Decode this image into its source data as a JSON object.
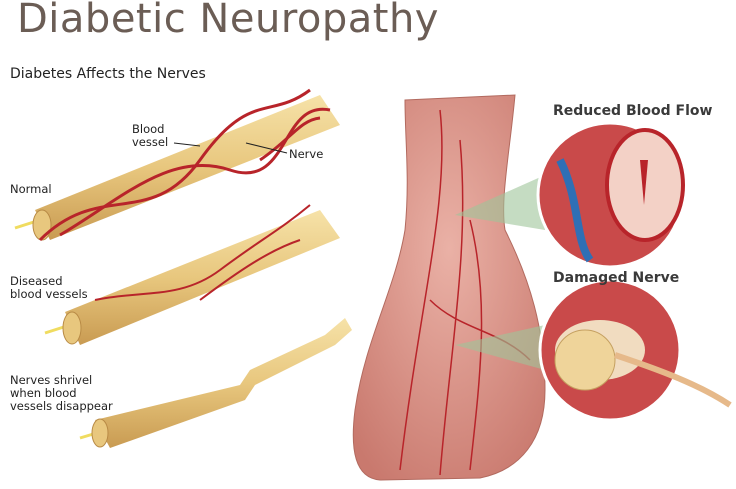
{
  "title": "Diabetic Neuropathy",
  "subtitle": "Diabetes Affects the Nerves",
  "labels": {
    "blood_vessel": "Blood\nvessel",
    "nerve": "Nerve",
    "normal": "Normal",
    "diseased": "Diseased\nblood vessels",
    "shrivel": "Nerves shrivel\nwhen blood\nvessels disappear"
  },
  "insets": {
    "reduced_blood_flow": "Reduced Blood Flow",
    "damaged_nerve": "Damaged Nerve"
  },
  "colors": {
    "title": "#6b5d55",
    "nerve": "#e8c77e",
    "vessel": "#b8242a",
    "skin": "#e6a59a"
  }
}
